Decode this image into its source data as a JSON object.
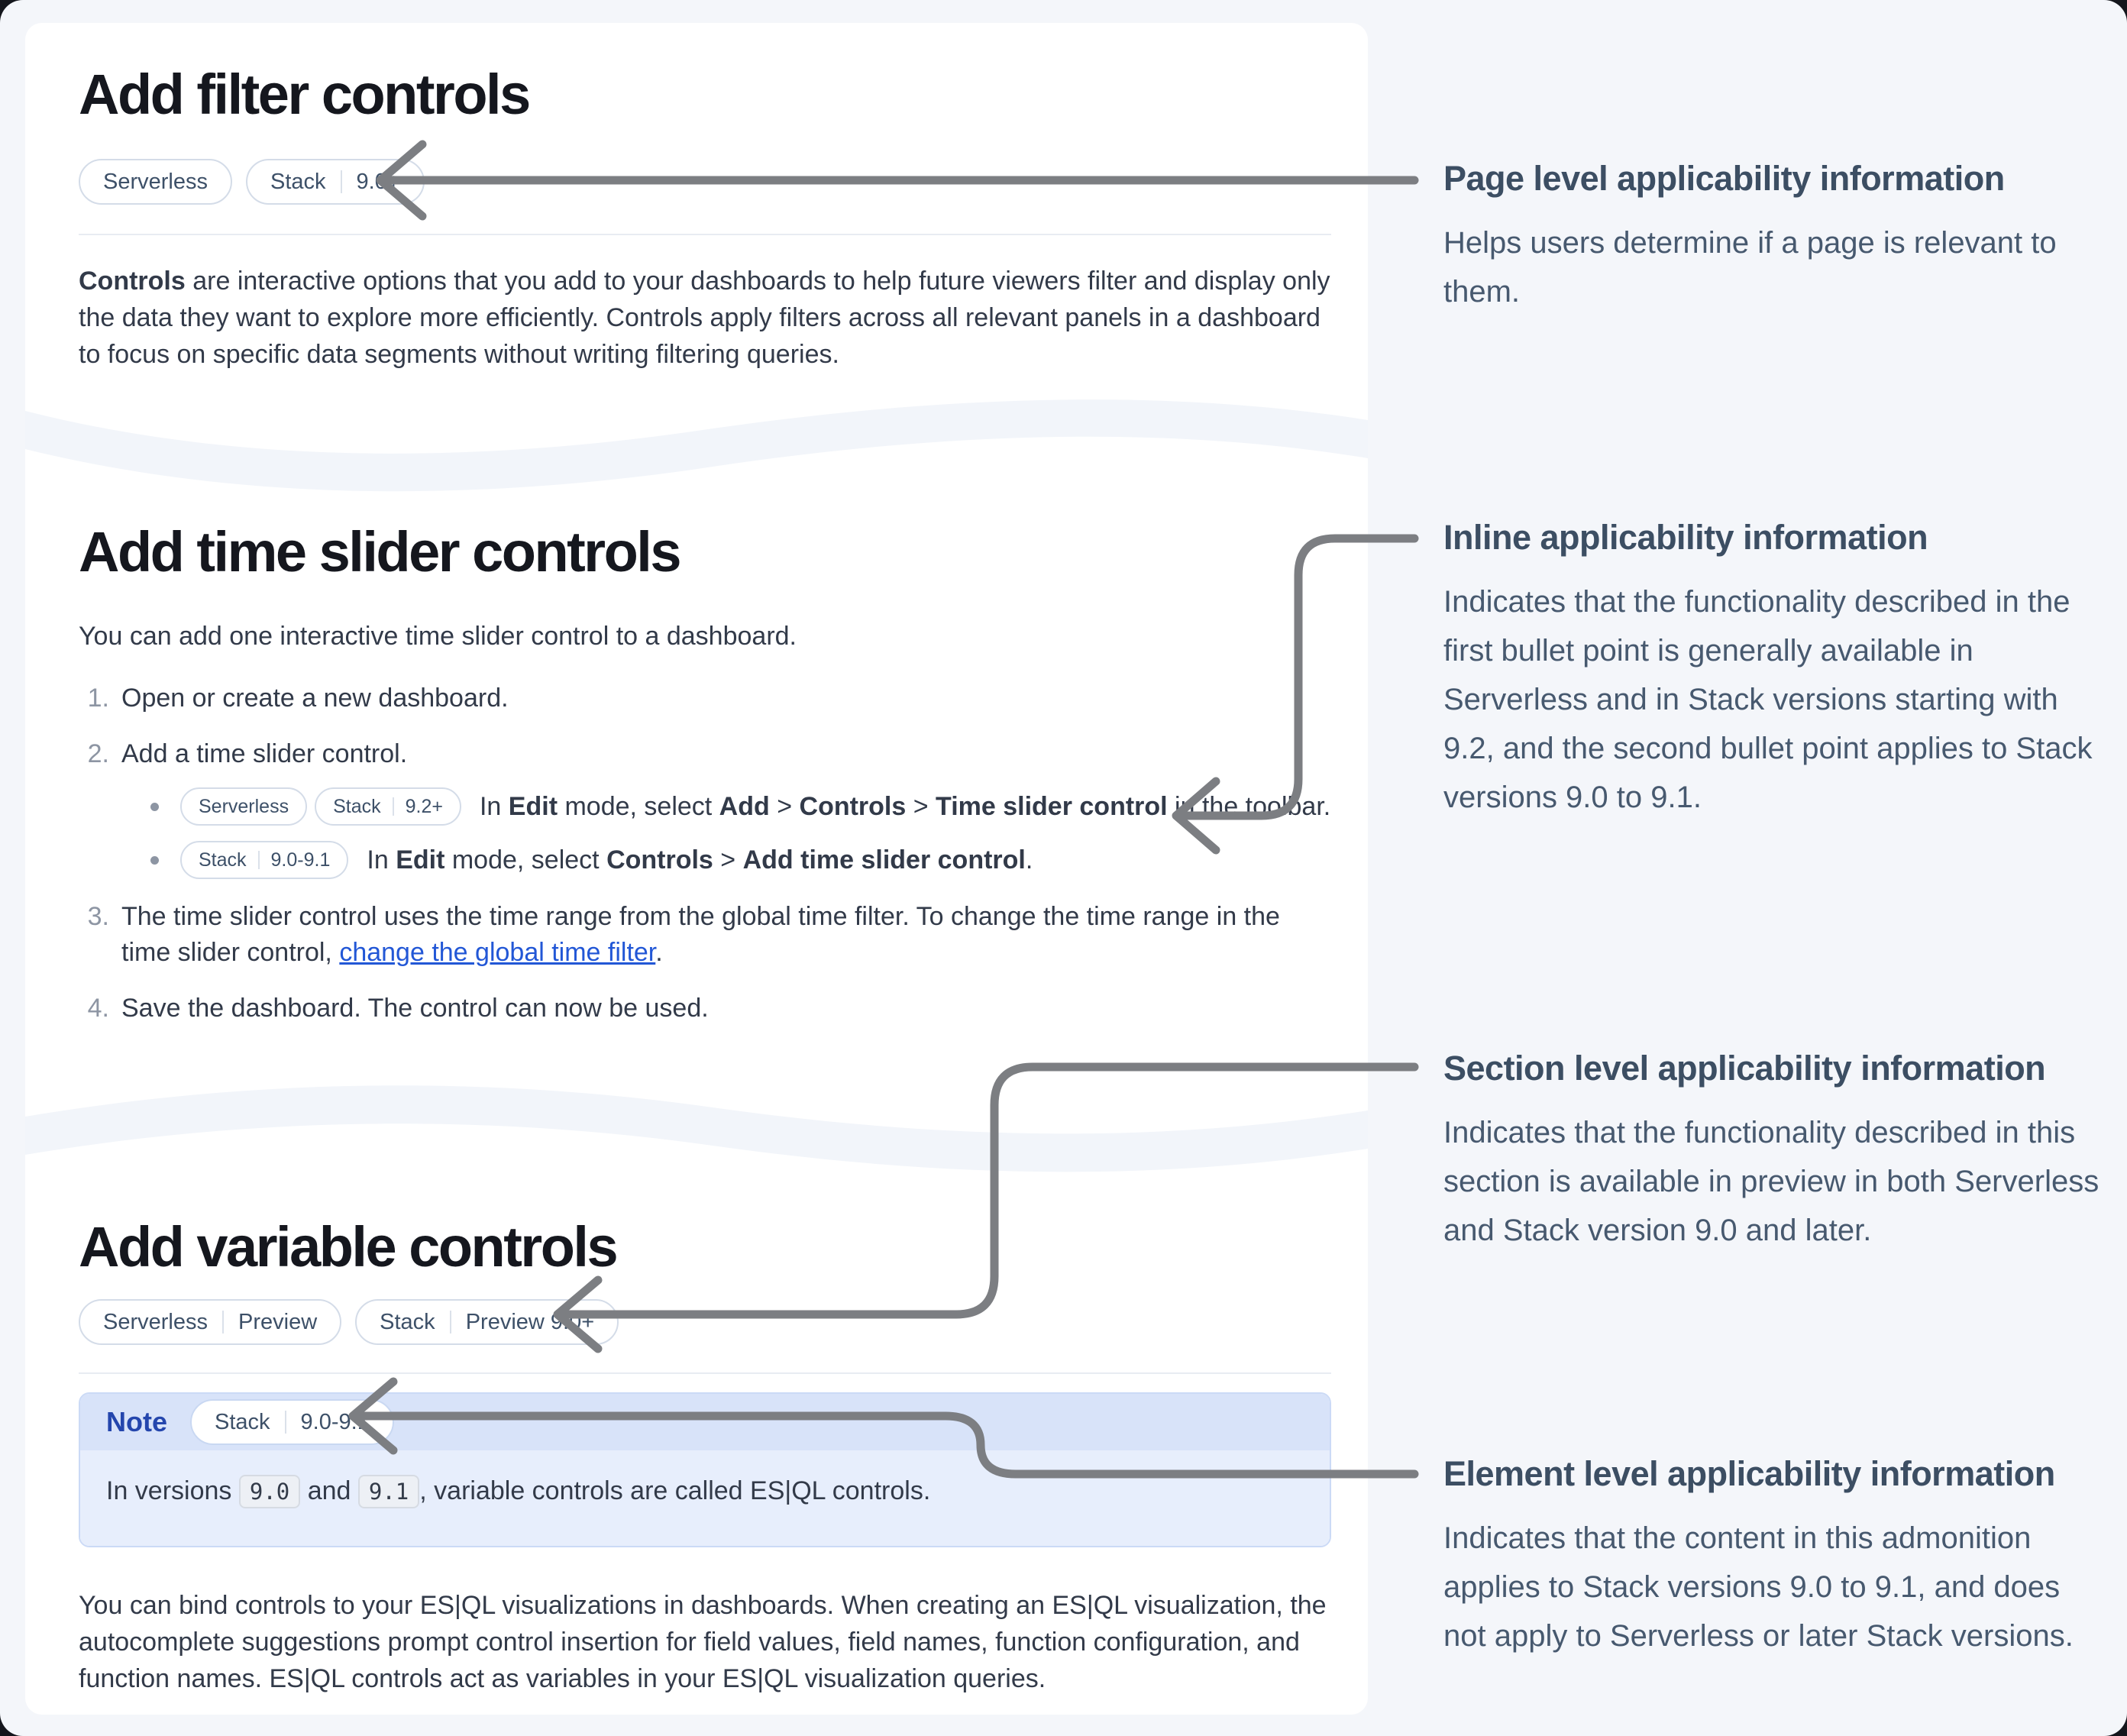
{
  "page": {
    "background": "#f4f6fa",
    "arrow_color": "#7c7e82",
    "accent_blue": "#2446ad",
    "link_color": "#2257d6"
  },
  "card_filter": {
    "title": "Add filter controls",
    "badge1": {
      "s1": "Serverless"
    },
    "badge2": {
      "s1": "Stack",
      "s2": "9.0+"
    },
    "para_bold": "Controls",
    "para_rest": " are interactive options that you add to your dashboards to help future viewers filter and display only the data they want to explore more efficiently. Controls apply filters across all relevant panels in a dashboard to focus on specific data segments without writing filtering queries."
  },
  "card_time": {
    "title": "Add time slider controls",
    "intro": "You can add one interactive time slider control to a dashboard.",
    "step1": {
      "num": "1.",
      "text": "Open or create a new dashboard."
    },
    "step2": {
      "num": "2.",
      "text": "Add a time slider control."
    },
    "bullet1": {
      "badge1": {
        "s1": "Serverless"
      },
      "badge2": {
        "s1": "Stack",
        "s2": "9.2+"
      },
      "rich": [
        {
          "t": "In "
        },
        {
          "t": "Edit",
          "b": true
        },
        {
          "t": " mode, select "
        },
        {
          "t": "Add",
          "b": true
        },
        {
          "t": " > "
        },
        {
          "t": "Controls",
          "b": true
        },
        {
          "t": " > "
        },
        {
          "t": "Time slider control",
          "b": true
        },
        {
          "t": " in the toolbar."
        }
      ]
    },
    "bullet2": {
      "badge1": {
        "s1": "Stack",
        "s2": "9.0-9.1"
      },
      "rich": [
        {
          "t": "In "
        },
        {
          "t": "Edit",
          "b": true
        },
        {
          "t": " mode, select "
        },
        {
          "t": "Controls",
          "b": true
        },
        {
          "t": " > "
        },
        {
          "t": "Add time slider control",
          "b": true
        },
        {
          "t": "."
        }
      ]
    },
    "step3": {
      "num": "3.",
      "pre": "The time slider control uses the time range from the global time filter. To change the time range in the time slider control, ",
      "link": "change the global time filter",
      "post": "."
    },
    "step4": {
      "num": "4.",
      "text": "Save the dashboard. The control can now be used."
    }
  },
  "card_variable": {
    "title": "Add variable controls",
    "badge1": {
      "s1": "Serverless",
      "s2": "Preview"
    },
    "badge2": {
      "s1": "Stack",
      "s2": "Preview 9.0+"
    },
    "note": {
      "label": "Note",
      "badge": {
        "s1": "Stack",
        "s2": "9.0-9.1"
      },
      "pre": "In versions ",
      "code1": "9.0",
      "mid": " and ",
      "code2": "9.1",
      "post": ", variable controls are called ES|QL controls."
    },
    "para": "You can bind controls to your ES|QL visualizations in dashboards. When creating an ES|QL visualization, the autocomplete suggestions prompt control insertion for field values, field names, function configuration, and function names. ES|QL controls act as variables in your ES|QL visualization queries."
  },
  "annotations": {
    "page_level": {
      "title": "Page level applicability information",
      "body": "Helps users determine if a page is relevant to them."
    },
    "inline": {
      "title": "Inline applicability information",
      "body": "Indicates that the functionality described in the first bullet point is generally available in Serverless and in Stack versions starting with 9.2, and the second bullet point applies to Stack versions 9.0 to 9.1."
    },
    "section": {
      "title": "Section level applicability information",
      "body": "Indicates that the functionality described in this section is available in preview in both Serverless and Stack version 9.0 and later."
    },
    "element": {
      "title": "Element level applicability information",
      "body": "Indicates that the content in this admonition applies to Stack versions 9.0 to 9.1, and does not apply to Serverless or later Stack versions."
    }
  }
}
